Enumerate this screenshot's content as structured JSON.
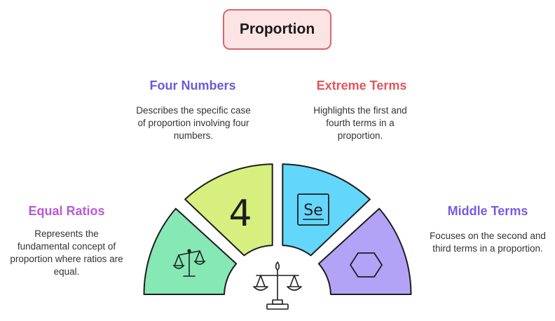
{
  "title": "Proportion",
  "colors": {
    "title_border": "#d9666a",
    "title_fill": "#fde4e4",
    "equal_ratios": "#b95ad6",
    "four_numbers": "#6a5bd8",
    "extreme_terms": "#e0575a",
    "middle_terms": "#7a5be0",
    "segment_green": "#86e8b4",
    "segment_lime": "#d6ef7e",
    "segment_cyan": "#63d6fb",
    "segment_purple": "#b3a3f7"
  },
  "sections": [
    {
      "id": "equal-ratios",
      "heading": "Equal Ratios",
      "description": "Represents the fundamental concept of proportion where ratios are equal.",
      "icon": "balance-scale-icon"
    },
    {
      "id": "four-numbers",
      "heading": "Four Numbers",
      "description": "Describes the specific case of proportion involving four numbers.",
      "icon": "number-four-icon",
      "icon_text": "4"
    },
    {
      "id": "extreme-terms",
      "heading": "Extreme Terms",
      "description": "Highlights the first and fourth terms in a proportion.",
      "icon": "element-box-icon",
      "icon_text": "Se"
    },
    {
      "id": "middle-terms",
      "heading": "Middle Terms",
      "description": "Focuses on the second and third terms in a proportion.",
      "icon": "hexagon-icon"
    }
  ],
  "center_icon": "scales-icon"
}
